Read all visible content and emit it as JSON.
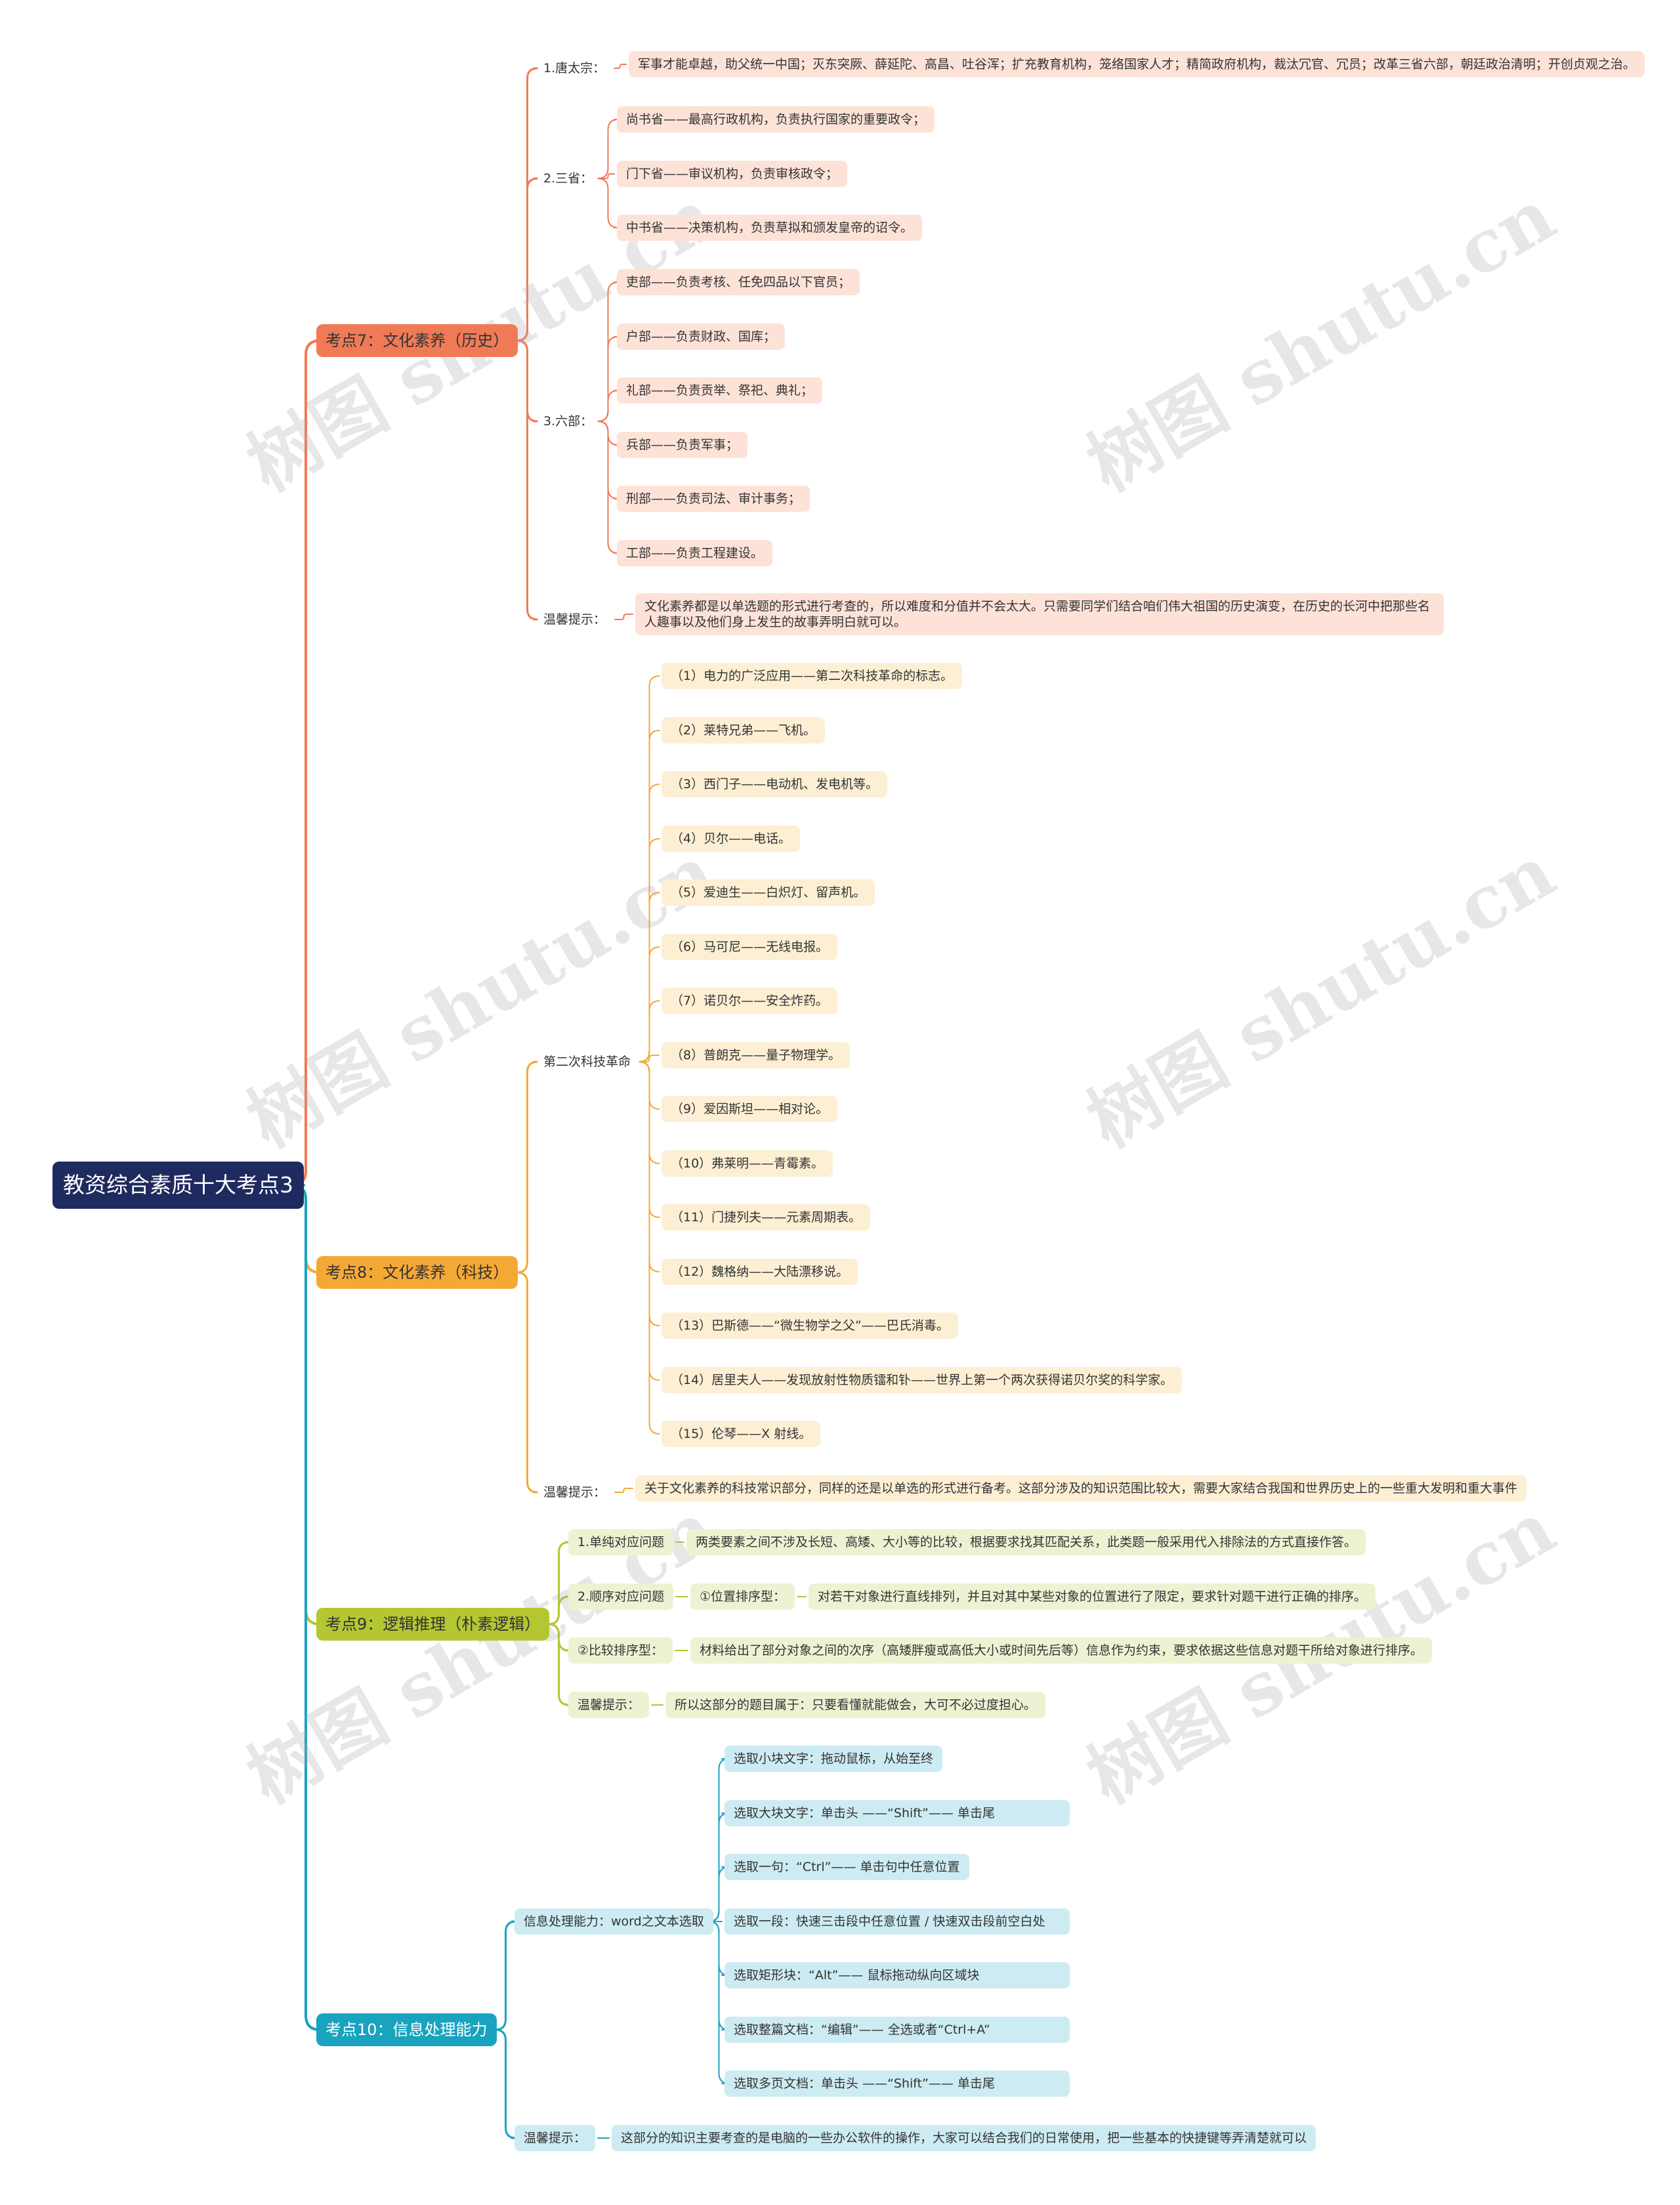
{
  "root": "教资综合素质十大考点3",
  "watermark": "树图 shutu.cn",
  "colors": {
    "c7": "#f07a55",
    "c8": "#f5a935",
    "c9": "#b5c633",
    "c10": "#19a3bf",
    "root": "#1f2a5e"
  },
  "k7": {
    "title": "考点7：文化素养（历史）",
    "taizong": {
      "label": "1.唐太宗：",
      "text": "军事才能卓越，助父统一中国；灭东突厥、薛延陀、高昌、吐谷浑；扩充教育机构，笼络国家人才；精简政府机构，裁汰冗官、冗员；改革三省六部，朝廷政治清明；开创贞观之治。"
    },
    "sansheng": {
      "label": "2.三省：",
      "items": [
        "尚书省——最高行政机构，负责执行国家的重要政令；",
        "门下省——审议机构，负责审核政令；",
        "中书省——决策机构，负责草拟和颁发皇帝的诏令。"
      ]
    },
    "liubu": {
      "label": "3.六部：",
      "items": [
        "吏部——负责考核、任免四品以下官员；",
        "户部——负责财政、国库；",
        "礼部——负责贡举、祭祀、典礼；",
        "兵部——负责军事；",
        "刑部——负责司法、审计事务；",
        "工部——负责工程建设。"
      ]
    },
    "tip": {
      "label": "温馨提示：",
      "text": "文化素养都是以单选题的形式进行考查的，所以难度和分值并不会太大。只需要同学们结合咱们伟大祖国的历史演变，在历史的长河中把那些名人趣事以及他们身上发生的故事弄明白就可以。"
    }
  },
  "k8": {
    "title": "考点8：文化素养（科技）",
    "group": {
      "label": "第二次科技革命",
      "items": [
        "（1）电力的广泛应用——第二次科技革命的标志。",
        "（2）莱特兄弟——飞机。",
        "（3）西门子——电动机、发电机等。",
        "（4）贝尔——电话。",
        "（5）爱迪生——白炽灯、留声机。",
        "（6）马可尼——无线电报。",
        "（7）诺贝尔——安全炸药。",
        "（8）普朗克——量子物理学。",
        "（9）爱因斯坦——相对论。",
        "（10）弗莱明——青霉素。",
        "（11）门捷列夫——元素周期表。",
        "（12）魏格纳——大陆漂移说。",
        "（13）巴斯德——“微生物学之父”——巴氏消毒。",
        "（14）居里夫人——发现放射性物质镭和钋——世界上第一个两次获得诺贝尔奖的科学家。",
        "（15）伦琴——X 射线。"
      ]
    },
    "tip": {
      "label": "温馨提示：",
      "text": "关于文化素养的科技常识部分，同样的还是以单选的形式进行备考。这部分涉及的知识范围比较大，需要大家结合我国和世界历史上的一些重大发明和重大事件"
    }
  },
  "k9": {
    "title": "考点9：逻辑推理（朴素逻辑）",
    "a": {
      "label": "1.单纯对应问题",
      "text": "两类要素之间不涉及长短、高矮、大小等的比较，根据要求找其匹配关系，此类题一般采用代入排除法的方式直接作答。"
    },
    "b": {
      "label": "2.顺序对应问题",
      "sub": "①位置排序型：",
      "text": "对若干对象进行直线排列，并且对其中某些对象的位置进行了限定，要求针对题干进行正确的排序。"
    },
    "c": {
      "label": "②比较排序型：",
      "text": "材料给出了部分对象之间的次序（高矮胖瘦或高低大小或时间先后等）信息作为约束，要求依据这些信息对题干所给对象进行排序。"
    },
    "tip": {
      "label": "温馨提示：",
      "text": "所以这部分的题目属于：只要看懂就能做会，大可不必过度担心。"
    }
  },
  "k10": {
    "title": "考点10：信息处理能力",
    "group": {
      "label": "信息处理能力：word之文本选取",
      "items": [
        "选取小块文字：拖动鼠标，从始至终",
        "选取大块文字：单击头 ——“Shift”—— 单击尾",
        "选取一句：“Ctrl”—— 单击句中任意位置",
        "选取一段：快速三击段中任意位置 / 快速双击段前空白处",
        "选取矩形块：“Alt”—— 鼠标拖动纵向区域块",
        "选取整篇文档：“编辑”—— 全选或者“Ctrl+A”",
        "选取多页文档：单击头 ——“Shift”—— 单击尾"
      ]
    },
    "tip": {
      "label": "温馨提示：",
      "text": "这部分的知识主要考查的是电脑的一些办公软件的操作，大家可以结合我们的日常使用，把一些基本的快捷键等弄清楚就可以"
    }
  }
}
